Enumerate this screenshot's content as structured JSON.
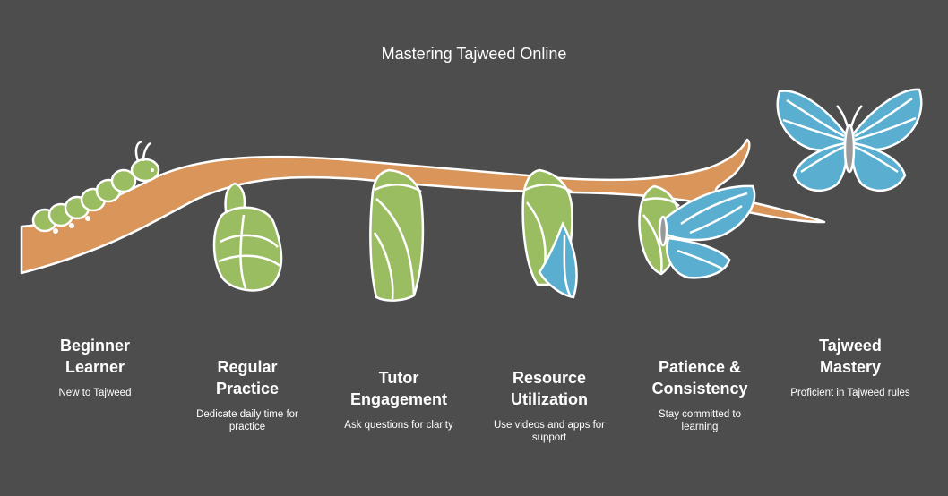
{
  "title": "Mastering Tajweed Online",
  "stages": [
    {
      "heading": "Beginner\nLearner",
      "description": "New to Tajweed",
      "icon": "caterpillar-icon"
    },
    {
      "heading": "Regular\nPractice",
      "description": "Dedicate daily time for\npractice",
      "icon": "curled-chrysalis-icon"
    },
    {
      "heading": "Tutor\nEngagement",
      "description": "Ask questions for clarity",
      "icon": "chrysalis-icon"
    },
    {
      "heading": "Resource\nUtilization",
      "description": "Use videos and apps for\nsupport",
      "icon": "opening-chrysalis-icon"
    },
    {
      "heading": "Patience &\nConsistency",
      "description": "Stay committed to\nlearning",
      "icon": "emerging-butterfly-icon"
    },
    {
      "heading": "Tajweed\nMastery",
      "description": "Proficient in Tajweed rules",
      "icon": "butterfly-icon"
    }
  ],
  "colors": {
    "background": "#4d4d4d",
    "branch": "#d9955a",
    "green": "#9bbd62",
    "blue": "#5aaed0",
    "outline": "#ffffff"
  }
}
